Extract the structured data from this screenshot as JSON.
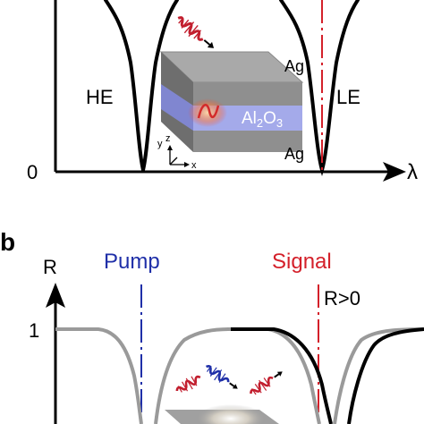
{
  "panel_a": {
    "left_dip_label": "HE",
    "right_dip_label": "LE",
    "zero_label": "0",
    "x_axis_label": "λ",
    "structure": {
      "top_layer": "Ag",
      "middle_layer_main": "Al",
      "middle_layer_sub1": "2",
      "middle_layer_o": "O",
      "middle_layer_sub2": "3",
      "bottom_layer": "Ag",
      "axis_z": "z",
      "axis_y": "y",
      "axis_x": "x"
    }
  },
  "panel_b": {
    "panel_letter": "b",
    "y_axis_label": "R",
    "pump_label": "Pump",
    "signal_label": "Signal",
    "signal_condition": "R>0",
    "one_label": "1"
  },
  "colors": {
    "curve": "#000000",
    "reference_curve": "#9a9a9a",
    "pump": "#1f2fa8",
    "signal": "#d4202a",
    "slab_top": "#a7a7a7",
    "slab_side": "#6d6d6d",
    "dielectric": "#9ea4e6",
    "dielectric_side": "#7e85cf"
  }
}
